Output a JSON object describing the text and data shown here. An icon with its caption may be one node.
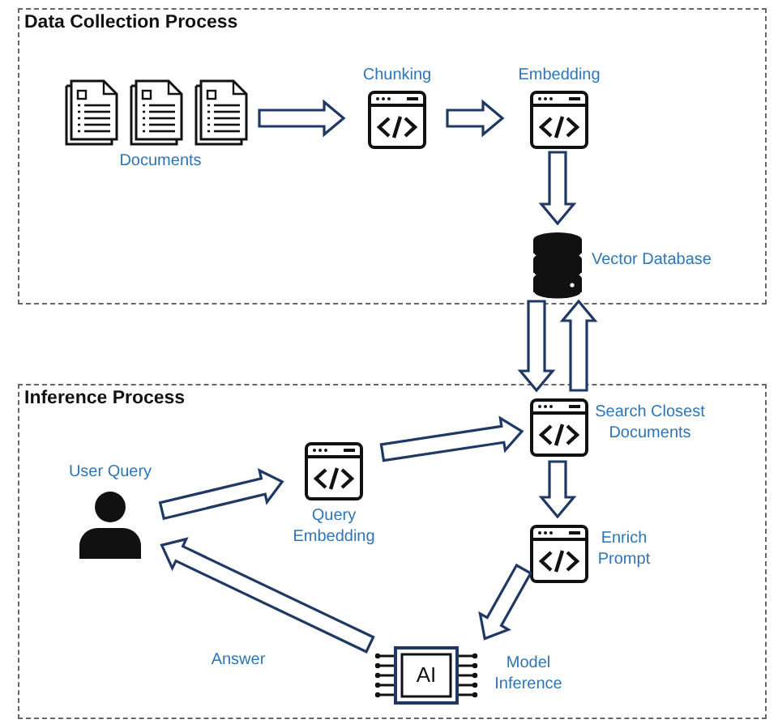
{
  "diagram": {
    "nodes": [
      {
        "text": [
          "Data Collection Process"
        ]
      },
      {
        "text": [
          "Documents"
        ],
        "in": 0
      },
      {
        "text": [
          "Chunking"
        ],
        "in": 0
      },
      {
        "text": [
          "Embedding"
        ],
        "in": 0
      },
      {
        "text": [
          "Vector Database"
        ],
        "in": 0
      },
      {
        "text": [
          "Inference Process"
        ]
      },
      {
        "text": [
          "Search Closest Documents"
        ],
        "in": 5
      },
      {
        "text": [
          "User Query"
        ],
        "in": 5
      },
      {
        "text": [
          "Query Embedding"
        ],
        "in": 5
      },
      {
        "text": [
          "Enrich Prompt"
        ],
        "in": 5
      },
      {
        "text": [
          "AI",
          "Model Inference"
        ],
        "in": 5
      }
    ],
    "edges": [
      {
        "from": 1,
        "to": 2,
        "arrow": "to"
      },
      {
        "from": 2,
        "to": 3,
        "arrow": "to"
      },
      {
        "from": 3,
        "to": 4,
        "arrow": "to"
      },
      {
        "from": 4,
        "to": 6,
        "arrow": "to"
      },
      {
        "from": 6,
        "to": 4,
        "arrow": "to"
      },
      {
        "from": 7,
        "to": 8,
        "arrow": "to"
      },
      {
        "from": 8,
        "to": 6,
        "arrow": "to"
      },
      {
        "from": 6,
        "to": 9,
        "arrow": "to"
      },
      {
        "from": 9,
        "to": 10,
        "arrow": "to"
      },
      {
        "from": 10,
        "to": 7,
        "arrow": "to",
        "label": "Answer"
      }
    ]
  }
}
